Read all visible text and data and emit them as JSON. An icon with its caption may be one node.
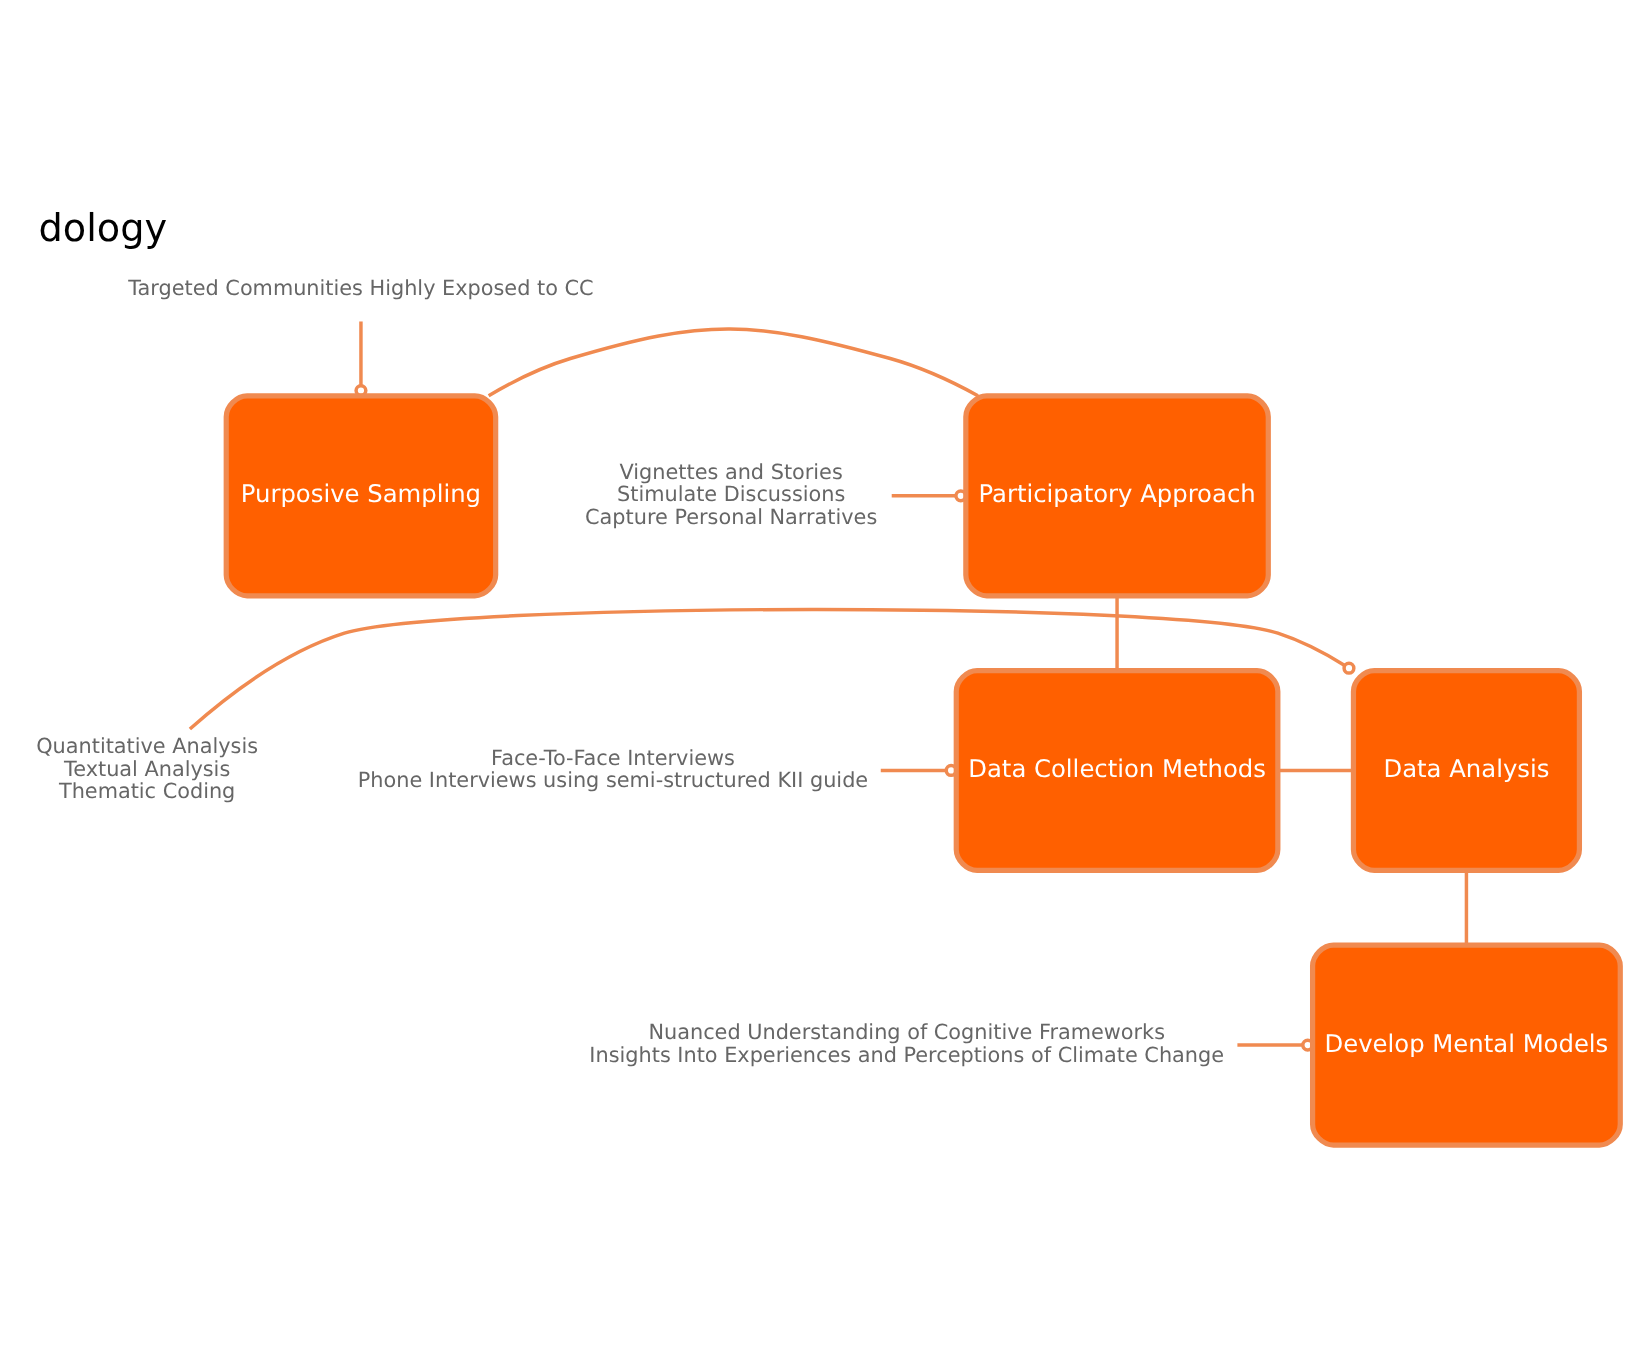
{
  "diagram": {
    "title": "dology",
    "nodes": [
      {
        "text": [
          "Purposive Sampling"
        ]
      },
      {
        "text": [
          "Participatory Approach"
        ]
      },
      {
        "text": [
          "Data Analysis"
        ]
      },
      {
        "text": [
          "Data Collection Methods"
        ]
      },
      {
        "text": [
          "Develop Mental Models"
        ]
      },
      {
        "text": [
          "Targeted Communities Highly Exposed to CC"
        ]
      },
      {
        "text": [
          "Vignettes and Stories",
          "Stimulate Discussions",
          "Capture Personal Narratives"
        ]
      },
      {
        "text": [
          "Quantitative Analysis",
          "Textual Analysis",
          "Thematic Coding"
        ]
      },
      {
        "text": [
          "Face-To-Face Interviews",
          "Phone Interviews using semi-structured KII guide"
        ]
      },
      {
        "text": [
          "Nuanced Understanding of Cognitive Frameworks",
          "Insights Into Experiences and Perceptions of Climate Change"
        ]
      }
    ],
    "edges": [
      {
        "from": 0,
        "to": 1,
        "arrow": "none"
      },
      {
        "from": 1,
        "to": 3,
        "arrow": "none"
      },
      {
        "from": 3,
        "to": 2,
        "arrow": "none"
      },
      {
        "from": 2,
        "to": 4,
        "arrow": "none"
      },
      {
        "from": 5,
        "to": 0,
        "arrow": "other"
      },
      {
        "from": 6,
        "to": 1,
        "arrow": "other"
      },
      {
        "from": 7,
        "to": 2,
        "arrow": "other"
      },
      {
        "from": 8,
        "to": 3,
        "arrow": "other"
      },
      {
        "from": 9,
        "to": 4,
        "arrow": "other"
      }
    ]
  }
}
